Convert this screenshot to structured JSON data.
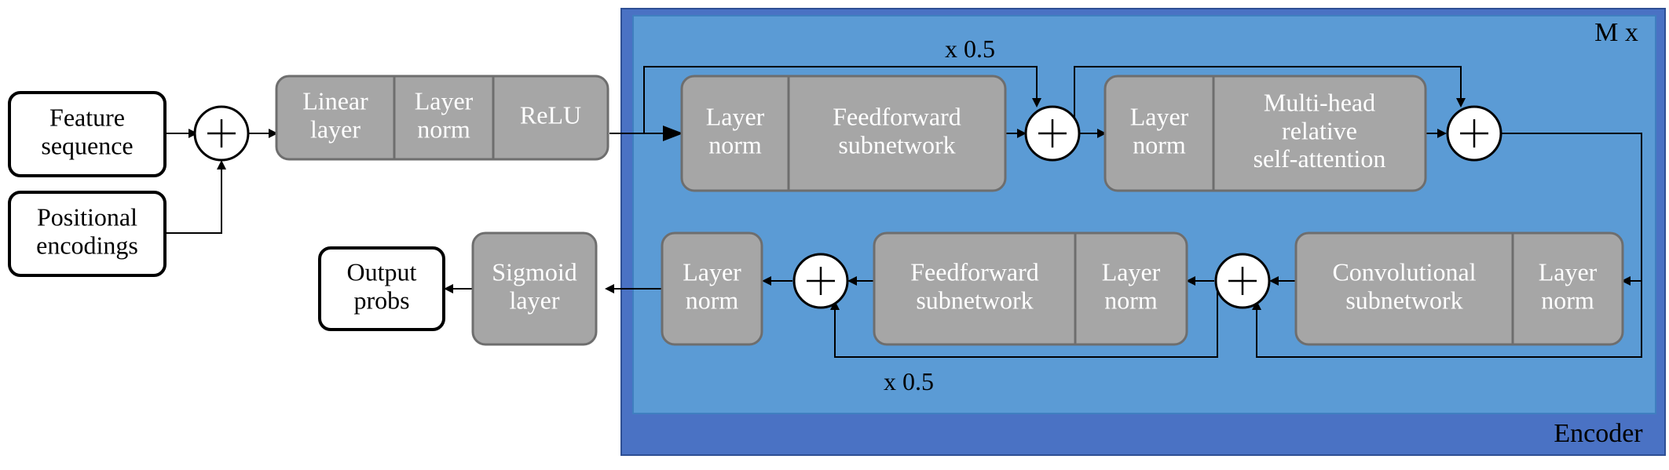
{
  "colors": {
    "encoder_outer": "#4a72c4",
    "encoder_inner": "#5b9bd5",
    "block_fill": "#a6a6a6",
    "block_stroke": "#6e6e6e",
    "block_text": "#ffffff",
    "io_text": "#000000",
    "line": "#000000"
  },
  "inputs": {
    "feature_sequence": [
      "Feature",
      "sequence"
    ],
    "positional_encodings": [
      "Positional",
      "encodings"
    ]
  },
  "frontend": {
    "linear_layer": [
      "Linear",
      "layer"
    ],
    "layer_norm": [
      "Layer",
      "norm"
    ],
    "relu": [
      "ReLU"
    ]
  },
  "encoder": {
    "repeat_label": "M x",
    "name": "Encoder",
    "top_scale_label": "x 0.5",
    "bottom_scale_label": "x 0.5",
    "ff1_layer_norm": [
      "Layer",
      "norm"
    ],
    "ff1_subnetwork": [
      "Feedforward",
      "subnetwork"
    ],
    "mhsa_layer_norm": [
      "Layer",
      "norm"
    ],
    "mhsa": [
      "Multi-head",
      "relative",
      "self-attention"
    ],
    "conv_subnetwork": [
      "Convolutional",
      "subnetwork"
    ],
    "conv_layer_norm": [
      "Layer",
      "norm"
    ],
    "ff2_subnetwork": [
      "Feedforward",
      "subnetwork"
    ],
    "ff2_layer_norm": [
      "Layer",
      "norm"
    ],
    "final_layer_norm": [
      "Layer",
      "norm"
    ]
  },
  "output": {
    "sigmoid_layer": [
      "Sigmoid",
      "layer"
    ],
    "output_probs": [
      "Output",
      "probs"
    ]
  }
}
